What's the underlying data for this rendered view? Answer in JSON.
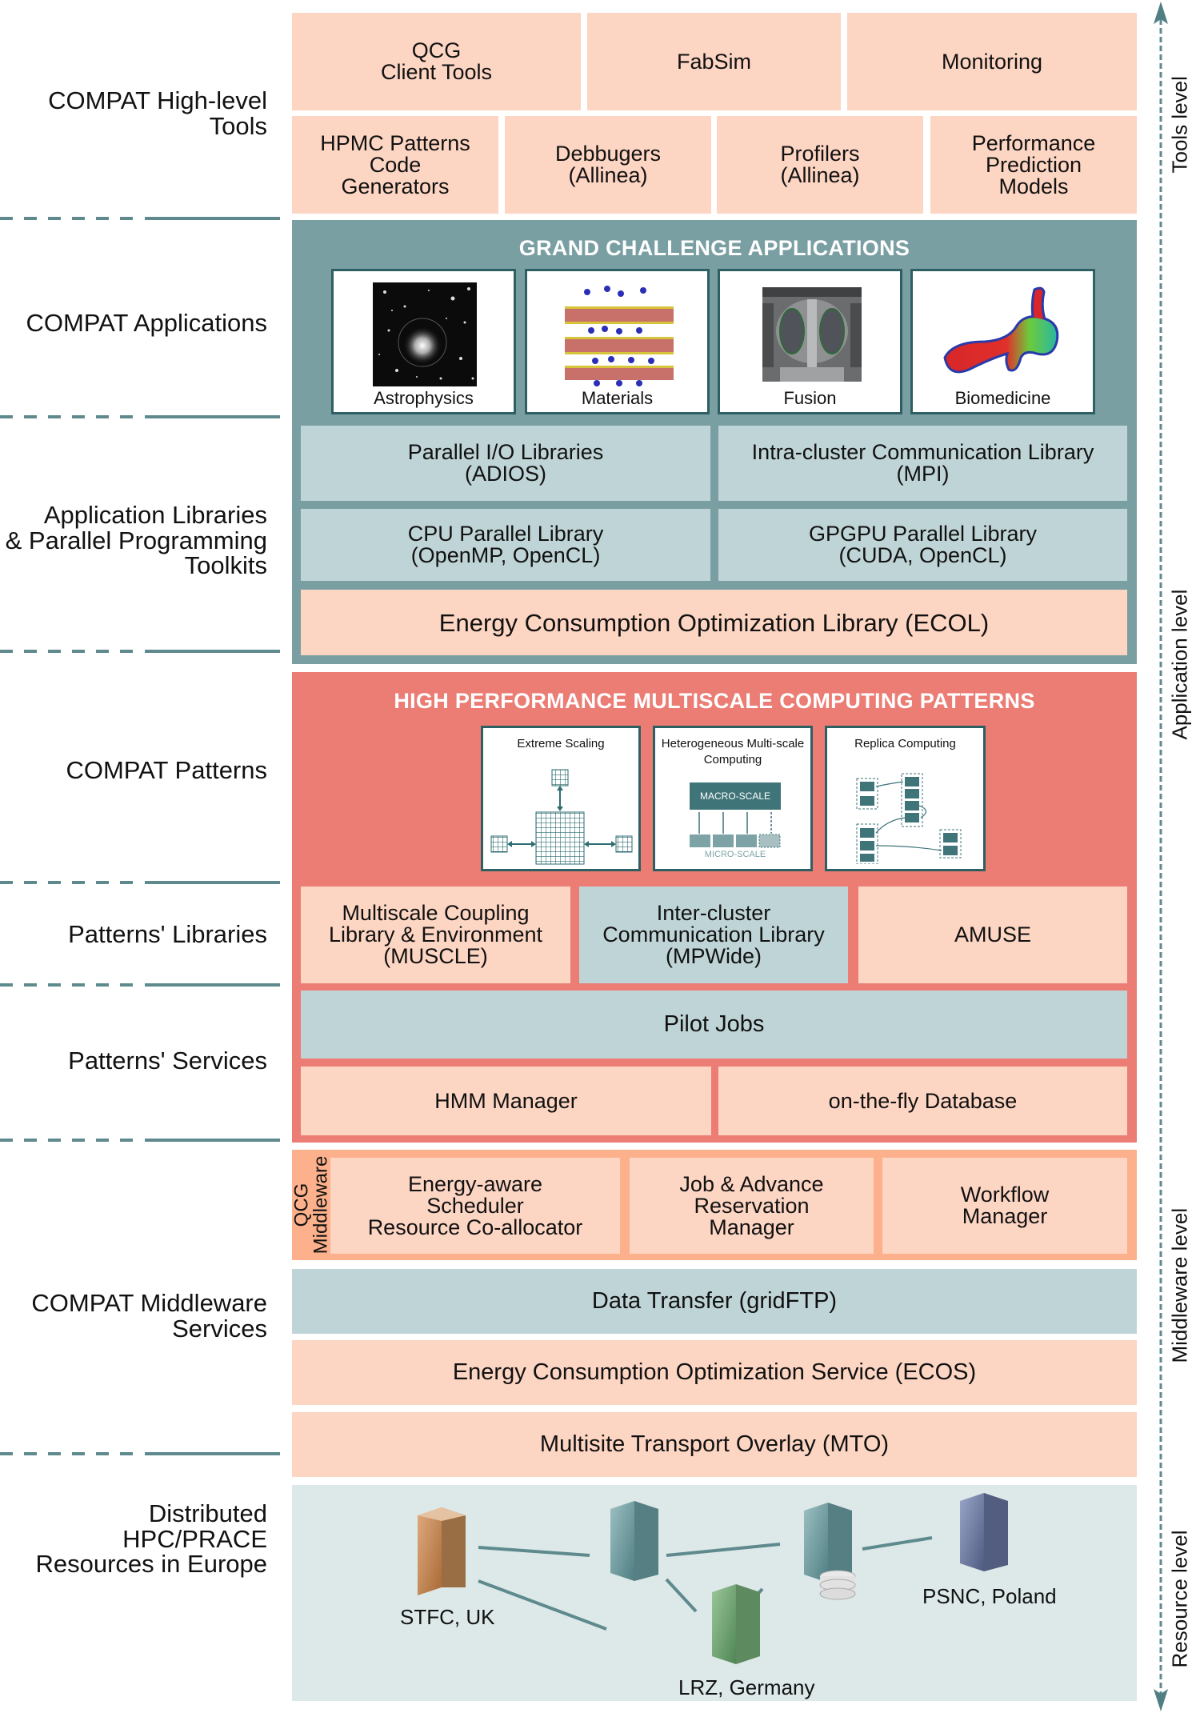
{
  "left_labels": {
    "tools": "COMPAT High-level\nTools",
    "applications": "COMPAT Applications",
    "libraries": "Application Libraries\n& Parallel Programming\nToolkits",
    "patterns": "COMPAT Patterns",
    "patterns_libraries": "Patterns' Libraries",
    "patterns_services": "Patterns' Services",
    "middleware": "COMPAT Middleware\nServices",
    "resources": "Distributed HPC/PRACE\nResources in Europe"
  },
  "right_axis": {
    "levels": [
      "Tools level",
      "Application level",
      "Middleware level",
      "Resource level"
    ]
  },
  "tools": {
    "row1": [
      "QCG\nClient Tools",
      "FabSim",
      "Monitoring"
    ],
    "row2": [
      "HPMC Patterns\nCode\nGenerators",
      "Debbugers\n(Allinea)",
      "Profilers\n(Allinea)",
      "Performance\nPrediction\nModels"
    ]
  },
  "applications": {
    "title": "GRAND CHALLENGE APPLICATIONS",
    "items": [
      {
        "label": "Astrophysics",
        "icon": "galaxy-image"
      },
      {
        "label": "Materials",
        "icon": "crystal-lattice-image"
      },
      {
        "label": "Fusion",
        "icon": "tokamak-image"
      },
      {
        "label": "Biomedicine",
        "icon": "blood-vessel-image"
      }
    ]
  },
  "libraries": {
    "row1": [
      "Parallel I/O Libraries\n(ADIOS)",
      "Intra-cluster Communication Library\n(MPI)"
    ],
    "row2": [
      "CPU Parallel Library\n(OpenMP, OpenCL)",
      "GPGPU Parallel Library\n(CUDA, OpenCL)"
    ],
    "ecol": "Energy Consumption Optimization Library (ECOL)"
  },
  "patterns": {
    "title": "HIGH PERFORMANCE MULTISCALE COMPUTING PATTERNS",
    "items": [
      {
        "label": "Extreme Scaling",
        "icon": "grid-scaling-diagram"
      },
      {
        "label": "Heterogeneous Multi-scale\nComputing",
        "icon": "macro-micro-diagram",
        "macro": "MACRO-SCALE",
        "micro": "MICRO-SCALE"
      },
      {
        "label": "Replica Computing",
        "icon": "replica-diagram"
      }
    ],
    "libraries": [
      "Multiscale Coupling\nLibrary & Environment\n(MUSCLE)",
      "Inter-cluster\nCommunication Library\n(MPWide)",
      "AMUSE"
    ],
    "pilot_jobs": "Pilot Jobs",
    "services": [
      "HMM Manager",
      "on-the-fly Database"
    ]
  },
  "middleware": {
    "qcg_label": "QCG\nMiddleware",
    "qcg_items": [
      "Energy-aware\nScheduler\nResource Co-allocator",
      "Job & Advance\nReservation\nManager",
      "Workflow\nManager"
    ],
    "data_transfer": "Data Transfer (gridFTP)",
    "ecos": "Energy Consumption Optimization Service (ECOS)",
    "mto": "Multisite Transport Overlay (MTO)"
  },
  "resources": {
    "sites": [
      "STFC, UK",
      "LRZ, Germany",
      "PSNC, Poland"
    ]
  },
  "colors": {
    "peach": "#fdd5c3",
    "gray_blue": "#bfd4d6",
    "teal": "#7a9fa3",
    "coral": "#eb7d75",
    "qcg_orange": "#fcb08c",
    "resource_bg": "#dde8e8",
    "separator": "#5e8a8e"
  }
}
